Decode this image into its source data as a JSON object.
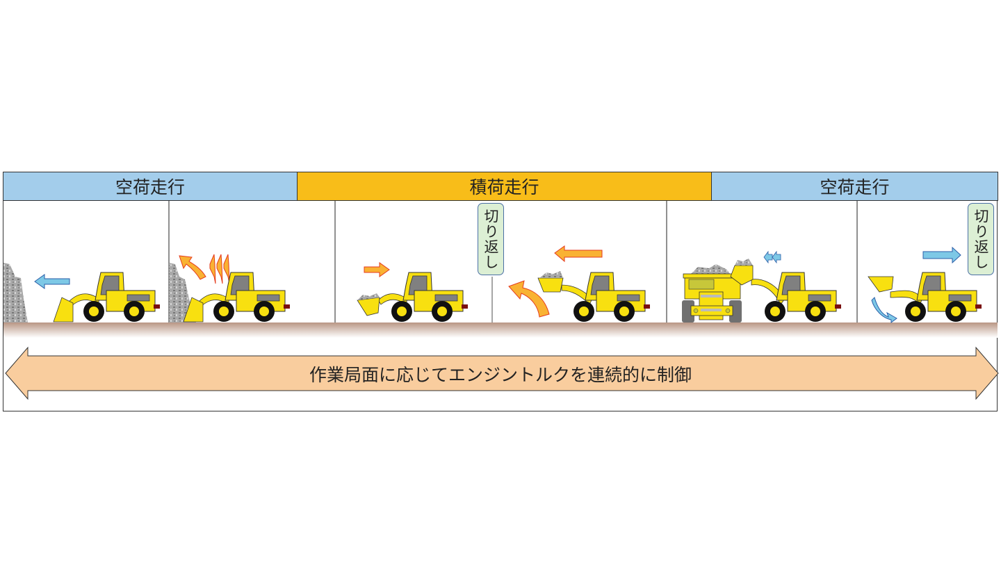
{
  "header": {
    "segments": [
      {
        "label": "空荷走行",
        "color": "#a3cdeb"
      },
      {
        "label": "積荷走行",
        "color": "#f8bd19"
      },
      {
        "label": "空荷走行",
        "color": "#a3cdeb"
      }
    ]
  },
  "tags": {
    "turnaround_1": "切り返し",
    "turnaround_2": "切り返し"
  },
  "bottom": {
    "label": "作業局面に応じてエンジントルクを連続的に制御",
    "color": "#f9cd9e"
  }
}
